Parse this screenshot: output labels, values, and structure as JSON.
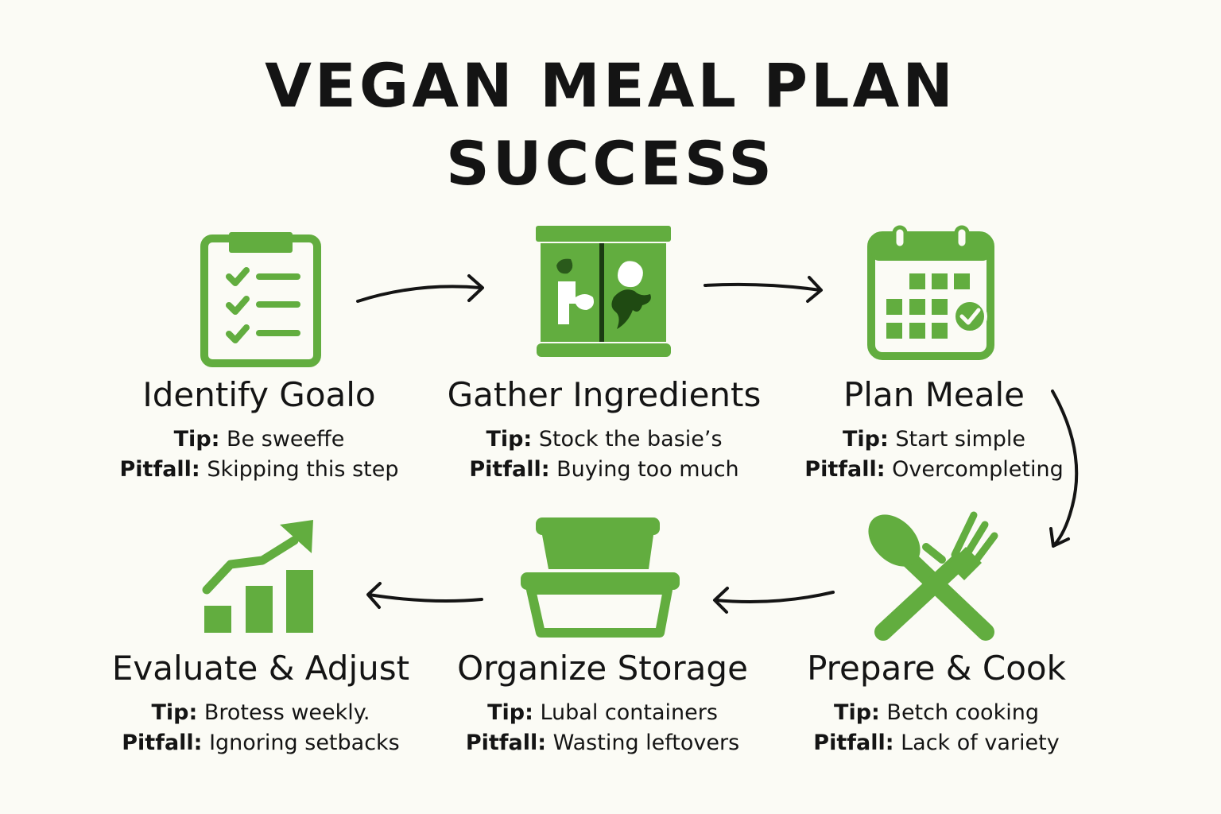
{
  "title": {
    "line1": "VEGAN MEAL PLAN",
    "line2": "SUCCESS"
  },
  "accent_color": "#62ad3f",
  "steps": [
    {
      "icon": "clipboard-checklist-icon",
      "title": "Identify Goalo",
      "tip_label": "Tip:",
      "tip": "Be sweeffe",
      "pitfall_label": "Pitfall:",
      "pitfall": "Skipping this step"
    },
    {
      "icon": "pantry-ingredients-icon",
      "title": "Gather Ingredients",
      "tip_label": "Tip:",
      "tip": "Stock the basie’s",
      "pitfall_label": "Pitfall:",
      "pitfall": "Buying too much"
    },
    {
      "icon": "calendar-check-icon",
      "title": "Plan Meale",
      "tip_label": "Tip:",
      "tip": "Start simple",
      "pitfall_label": "Pitfall:",
      "pitfall": "Overcompleting"
    },
    {
      "icon": "spoon-fork-icon",
      "title": "Prepare & Cook",
      "tip_label": "Tip:",
      "tip": "Betch cooking",
      "pitfall_label": "Pitfall:",
      "pitfall": "Lack of variety"
    },
    {
      "icon": "storage-container-icon",
      "title": "Organize Storage",
      "tip_label": "Tip:",
      "tip": "Lubal containers",
      "pitfall_label": "Pitfall:",
      "pitfall": "Wasting leftovers"
    },
    {
      "icon": "growth-chart-icon",
      "title": "Evaluate & Adjust",
      "tip_label": "Tip:",
      "tip": "Brotess weekly.",
      "pitfall_label": "Pitfall:",
      "pitfall": "Ignoring setbacks"
    }
  ]
}
